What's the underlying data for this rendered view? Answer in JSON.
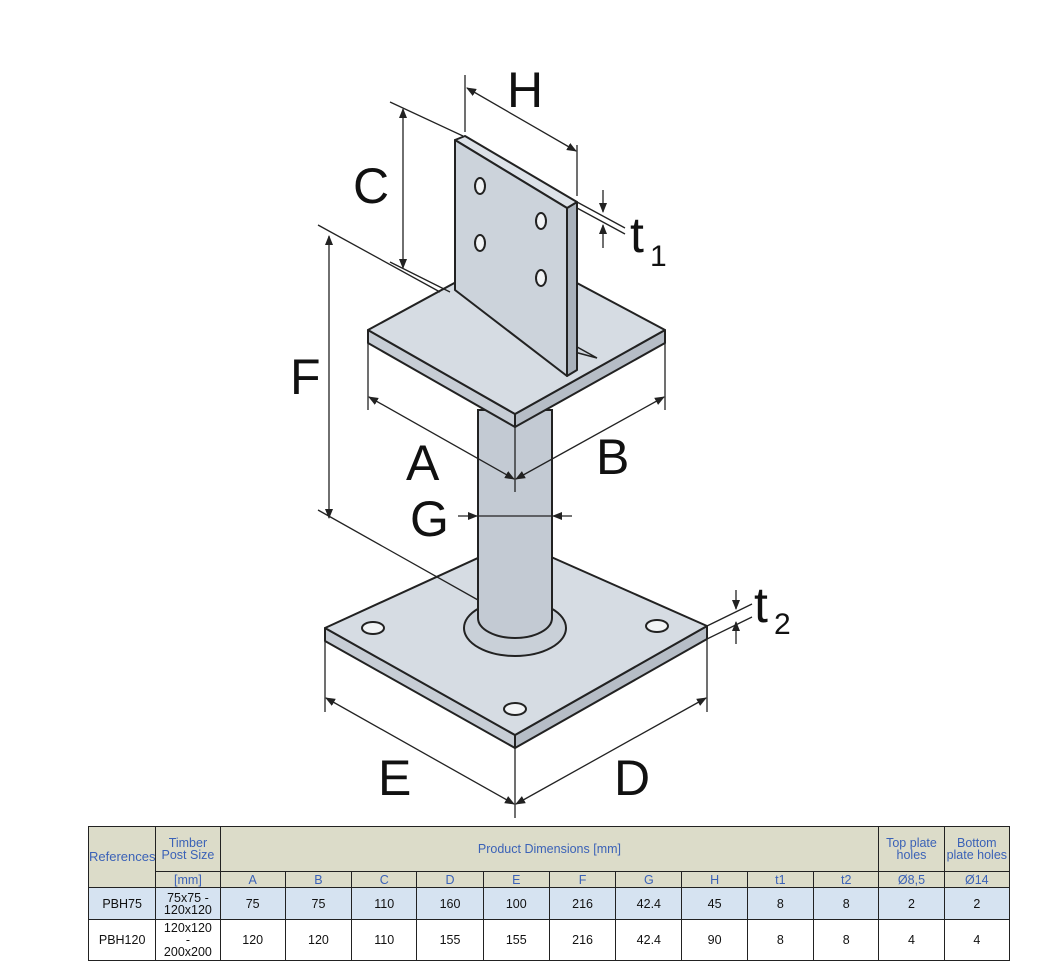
{
  "labels": {
    "H": "H",
    "C": "C",
    "t1": "t",
    "t1_sub": "1",
    "F": "F",
    "A": "A",
    "B": "B",
    "G": "G",
    "t2": "t",
    "t2_sub": "2",
    "E": "E",
    "D": "D"
  },
  "table": {
    "references_header": "References",
    "post_size_header": "Timber Post Size",
    "post_size_unit": "[mm]",
    "dimensions_header": "Product Dimensions [mm]",
    "top_holes_header": "Top plate holes",
    "bottom_holes_header": "Bottom plate holes",
    "columns": [
      "A",
      "B",
      "C",
      "D",
      "E",
      "F",
      "G",
      "H",
      "t1",
      "t2"
    ],
    "top_holes_size": "Ø8,5",
    "bottom_holes_size": "Ø14",
    "rows": [
      {
        "reference": "PBH75",
        "size_line1": "75x75 -",
        "size_line2": "120x120",
        "size_line3": "",
        "A": "75",
        "B": "75",
        "C": "110",
        "D": "160",
        "E": "100",
        "F": "216",
        "G": "42.4",
        "H": "45",
        "t1": "8",
        "t2": "8",
        "top_holes": "2",
        "bottom_holes": "2"
      },
      {
        "reference": "PBH120",
        "size_line1": "120x120",
        "size_line2": "-",
        "size_line3": "200x200",
        "A": "120",
        "B": "120",
        "C": "110",
        "D": "155",
        "E": "155",
        "F": "216",
        "G": "42.4",
        "H": "90",
        "t1": "8",
        "t2": "8",
        "top_holes": "4",
        "bottom_holes": "4"
      }
    ]
  }
}
